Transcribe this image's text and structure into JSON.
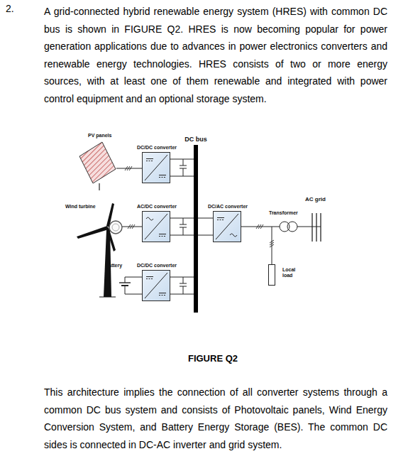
{
  "diagram": {
    "caption": "FIGURE Q2",
    "nodes": [
      {
        "text": [
          "PV panels"
        ]
      },
      {
        "text": [
          "DC/DC converter"
        ]
      },
      {
        "text": [
          "DC bus"
        ]
      },
      {
        "text": [
          "AC/DC converter"
        ]
      },
      {
        "text": [
          "DC/AC converter"
        ]
      },
      {
        "text": [
          "DC/DC converter"
        ]
      },
      {
        "text": [
          "Local load"
        ]
      }
    ],
    "edges": [
      {
        "from": 0,
        "to": 1,
        "arrow": "none"
      },
      {
        "from": 1,
        "to": 2,
        "arrow": "none"
      },
      {
        "from": 3,
        "to": 2,
        "arrow": "none"
      },
      {
        "from": 5,
        "to": 2,
        "arrow": "none"
      },
      {
        "from": 2,
        "to": 4,
        "arrow": "none"
      },
      {
        "from": 4,
        "to": 6,
        "arrow": "none"
      }
    ],
    "labels": [
      "2.",
      "A grid-connected hybrid renewable energy system (HRES) with common DC bus is shown in FIGURE Q2. HRES is now becoming popular for power generation applications due to advances in power electronics converters and renewable energy technologies. HRES consists of two or more energy sources, with at least one of them renewable and integrated with power control equipment and an optional storage system.",
      "Wind turbine",
      "Battery",
      "Transformer",
      "AC grid",
      "This architecture implies the connection of all converter systems through a common DC bus system and consists of Photovoltaic panels, Wind Energy Conversion System, and Battery Energy Storage (BES). The common DC sides is connected in DC-AC inverter and grid system."
    ]
  }
}
